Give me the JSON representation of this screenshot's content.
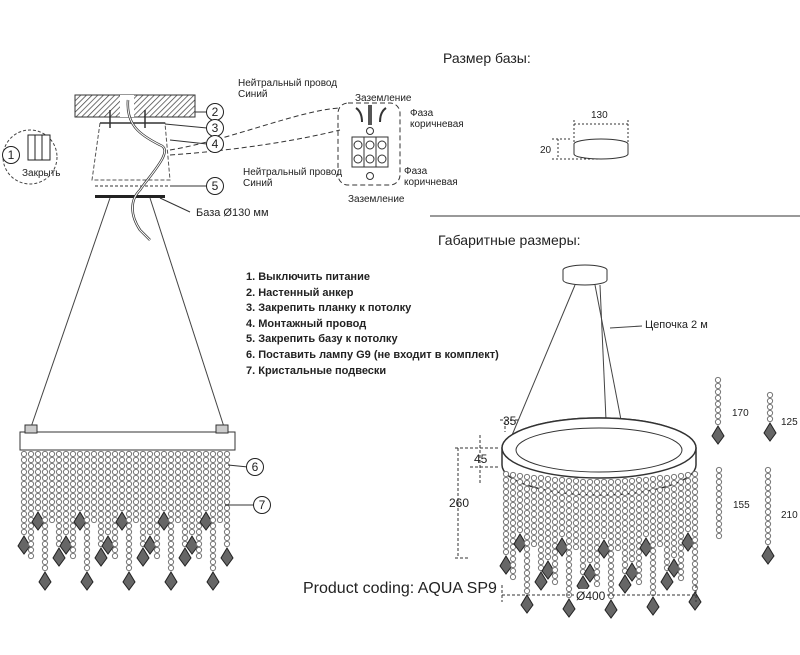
{
  "base_size": {
    "title": "Размер базы:",
    "width": "130",
    "height": "20"
  },
  "overall_size": {
    "title": "Габаритные размеры:",
    "chain": "Цепочка 2 м",
    "dim_35": "35",
    "dim_45": "45",
    "dim_260": "260",
    "dim_400": "Ø400"
  },
  "pendants": {
    "p1": "170",
    "p2": "125",
    "p3": "155",
    "p4": "210"
  },
  "wiring": {
    "neutral_top": [
      "Нейтральный провод",
      "Синий"
    ],
    "ground_top": "Заземление",
    "phase_top": [
      "Фаза",
      "коричневая"
    ],
    "neutral_bottom": [
      "Нейтральный провод",
      "Синий"
    ],
    "phase_bottom": [
      "Фаза",
      "коричневая"
    ],
    "ground_bottom": "Заземление"
  },
  "breaker": {
    "number": "1",
    "label": "Закрыть"
  },
  "base_label": "База Ø130 мм",
  "callouts": [
    "2",
    "3",
    "4",
    "5",
    "6",
    "7"
  ],
  "steps": [
    "1. Выключить питание",
    "2. Настенный анкер",
    "3. Закрепить планку к потолку",
    "4. Монтажный провод",
    "5. Закрепить базу к потолку",
    "6. Поставить лампу G9 (не входит в комплект)",
    "7. Кристальные подвески"
  ],
  "product_coding": "Product coding: AQUA SP9"
}
